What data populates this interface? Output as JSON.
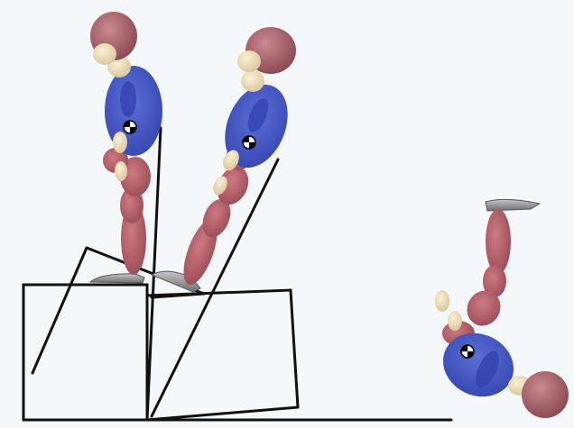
{
  "scene": {
    "description_visible_text": "",
    "figures": [
      {
        "name": "pedestrian-standing",
        "pose": "upright"
      },
      {
        "name": "pedestrian-rotating",
        "pose": "tilted"
      },
      {
        "name": "pedestrian-inverted",
        "pose": "upside-down"
      }
    ]
  },
  "colors": {
    "background": "#f4f8fb",
    "head": "#a8636c",
    "neck_skin": "#ecdcb8",
    "torso": "#4a5cc8",
    "torso_dark": "#3040a8",
    "legs": "#b55c66",
    "legs_dark": "#964652",
    "skin": "#e8d6a8",
    "shoe": "#9a9a9a",
    "lines": "#111111",
    "cg_marker": "#000000"
  }
}
